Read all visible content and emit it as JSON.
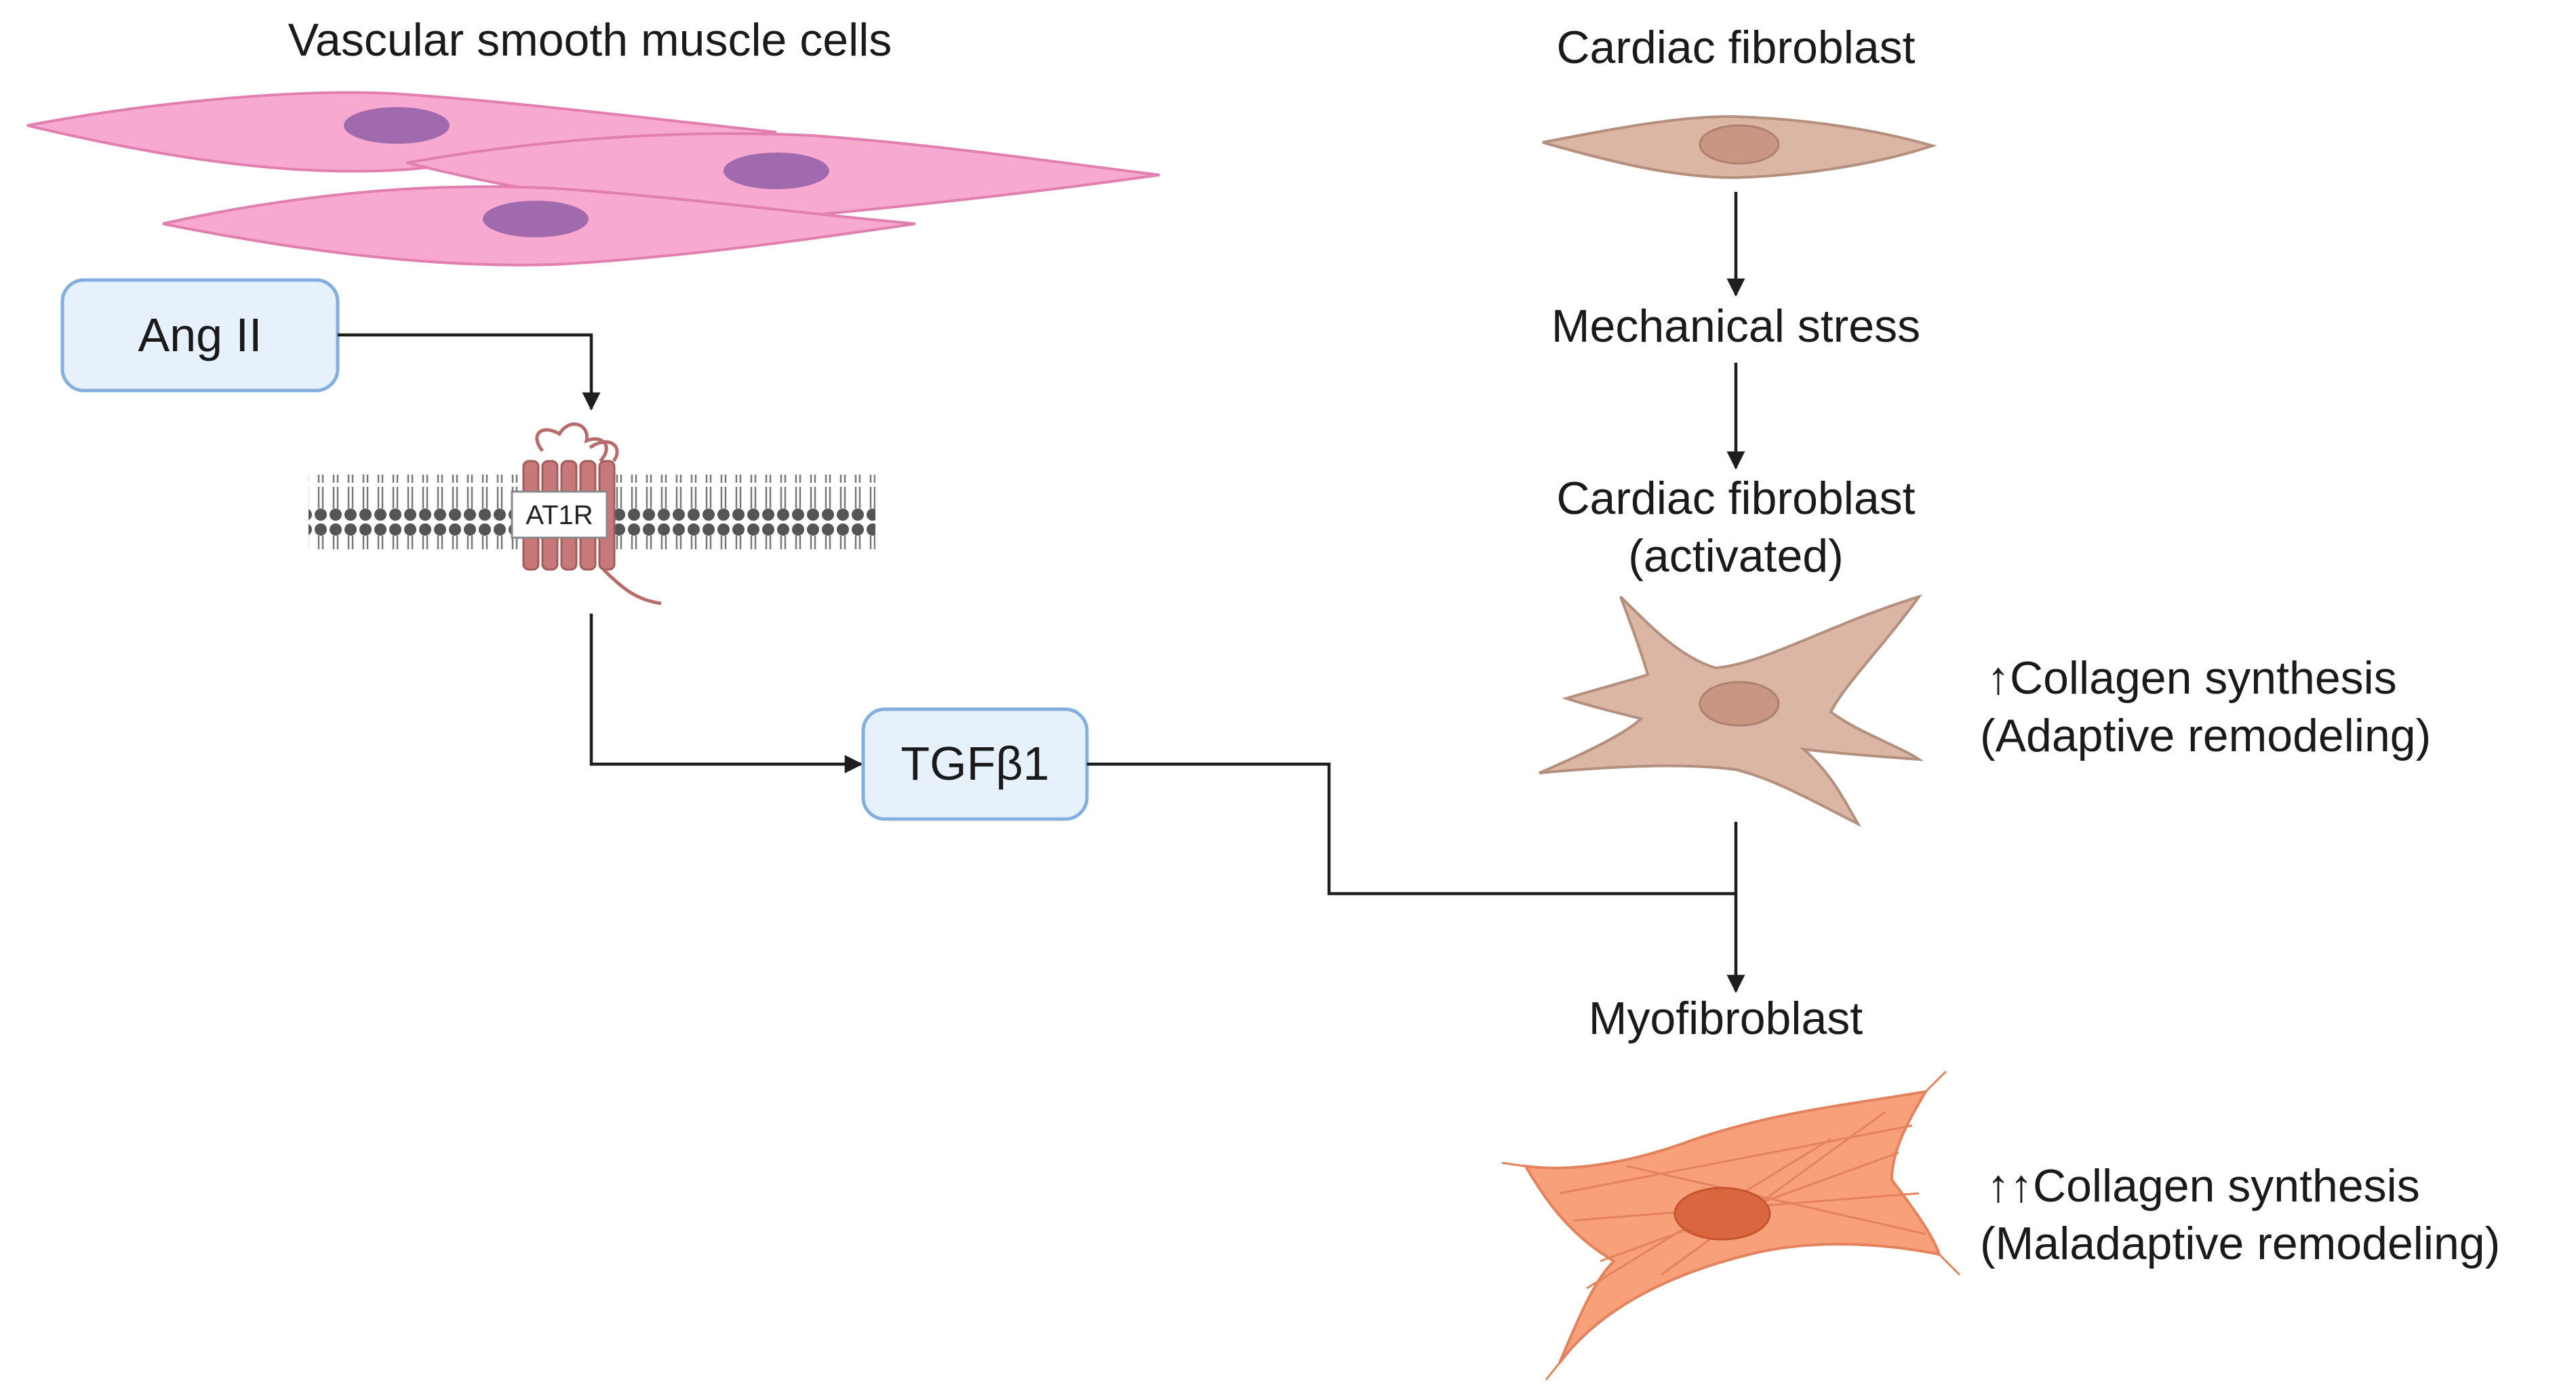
{
  "labels": {
    "vsmc": "Vascular smooth muscle cells",
    "cardiac_fibroblast": "Cardiac fibroblast",
    "mechanical_stress": "Mechanical stress",
    "cardiac_fibroblast_activated_line1": "Cardiac fibroblast",
    "cardiac_fibroblast_activated_line2": "(activated)",
    "myofibroblast": "Myofibroblast"
  },
  "nodes": {
    "ang2": "Ang II",
    "at1r": "AT1R",
    "tgfb1": "TGFβ1"
  },
  "annotations": {
    "adaptive_line1": "↑Collagen synthesis",
    "adaptive_line2": "(Adaptive remodeling)",
    "maladaptive_line1": "↑↑Collagen synthesis",
    "maladaptive_line2": "(Maladaptive remodeling)"
  },
  "colors": {
    "vsmc_cell": "#f7a9cf",
    "vsmc_nucleus": "#a26aae",
    "fibroblast": "#dbb6a4",
    "fibroblast_nucleus": "#c99684",
    "myofibroblast": "#f7a07a",
    "myofibroblast_nucleus": "#d9663f",
    "box_fill": "#e6f1fb",
    "box_stroke": "#82aee0",
    "receptor": "#b96b6b"
  }
}
